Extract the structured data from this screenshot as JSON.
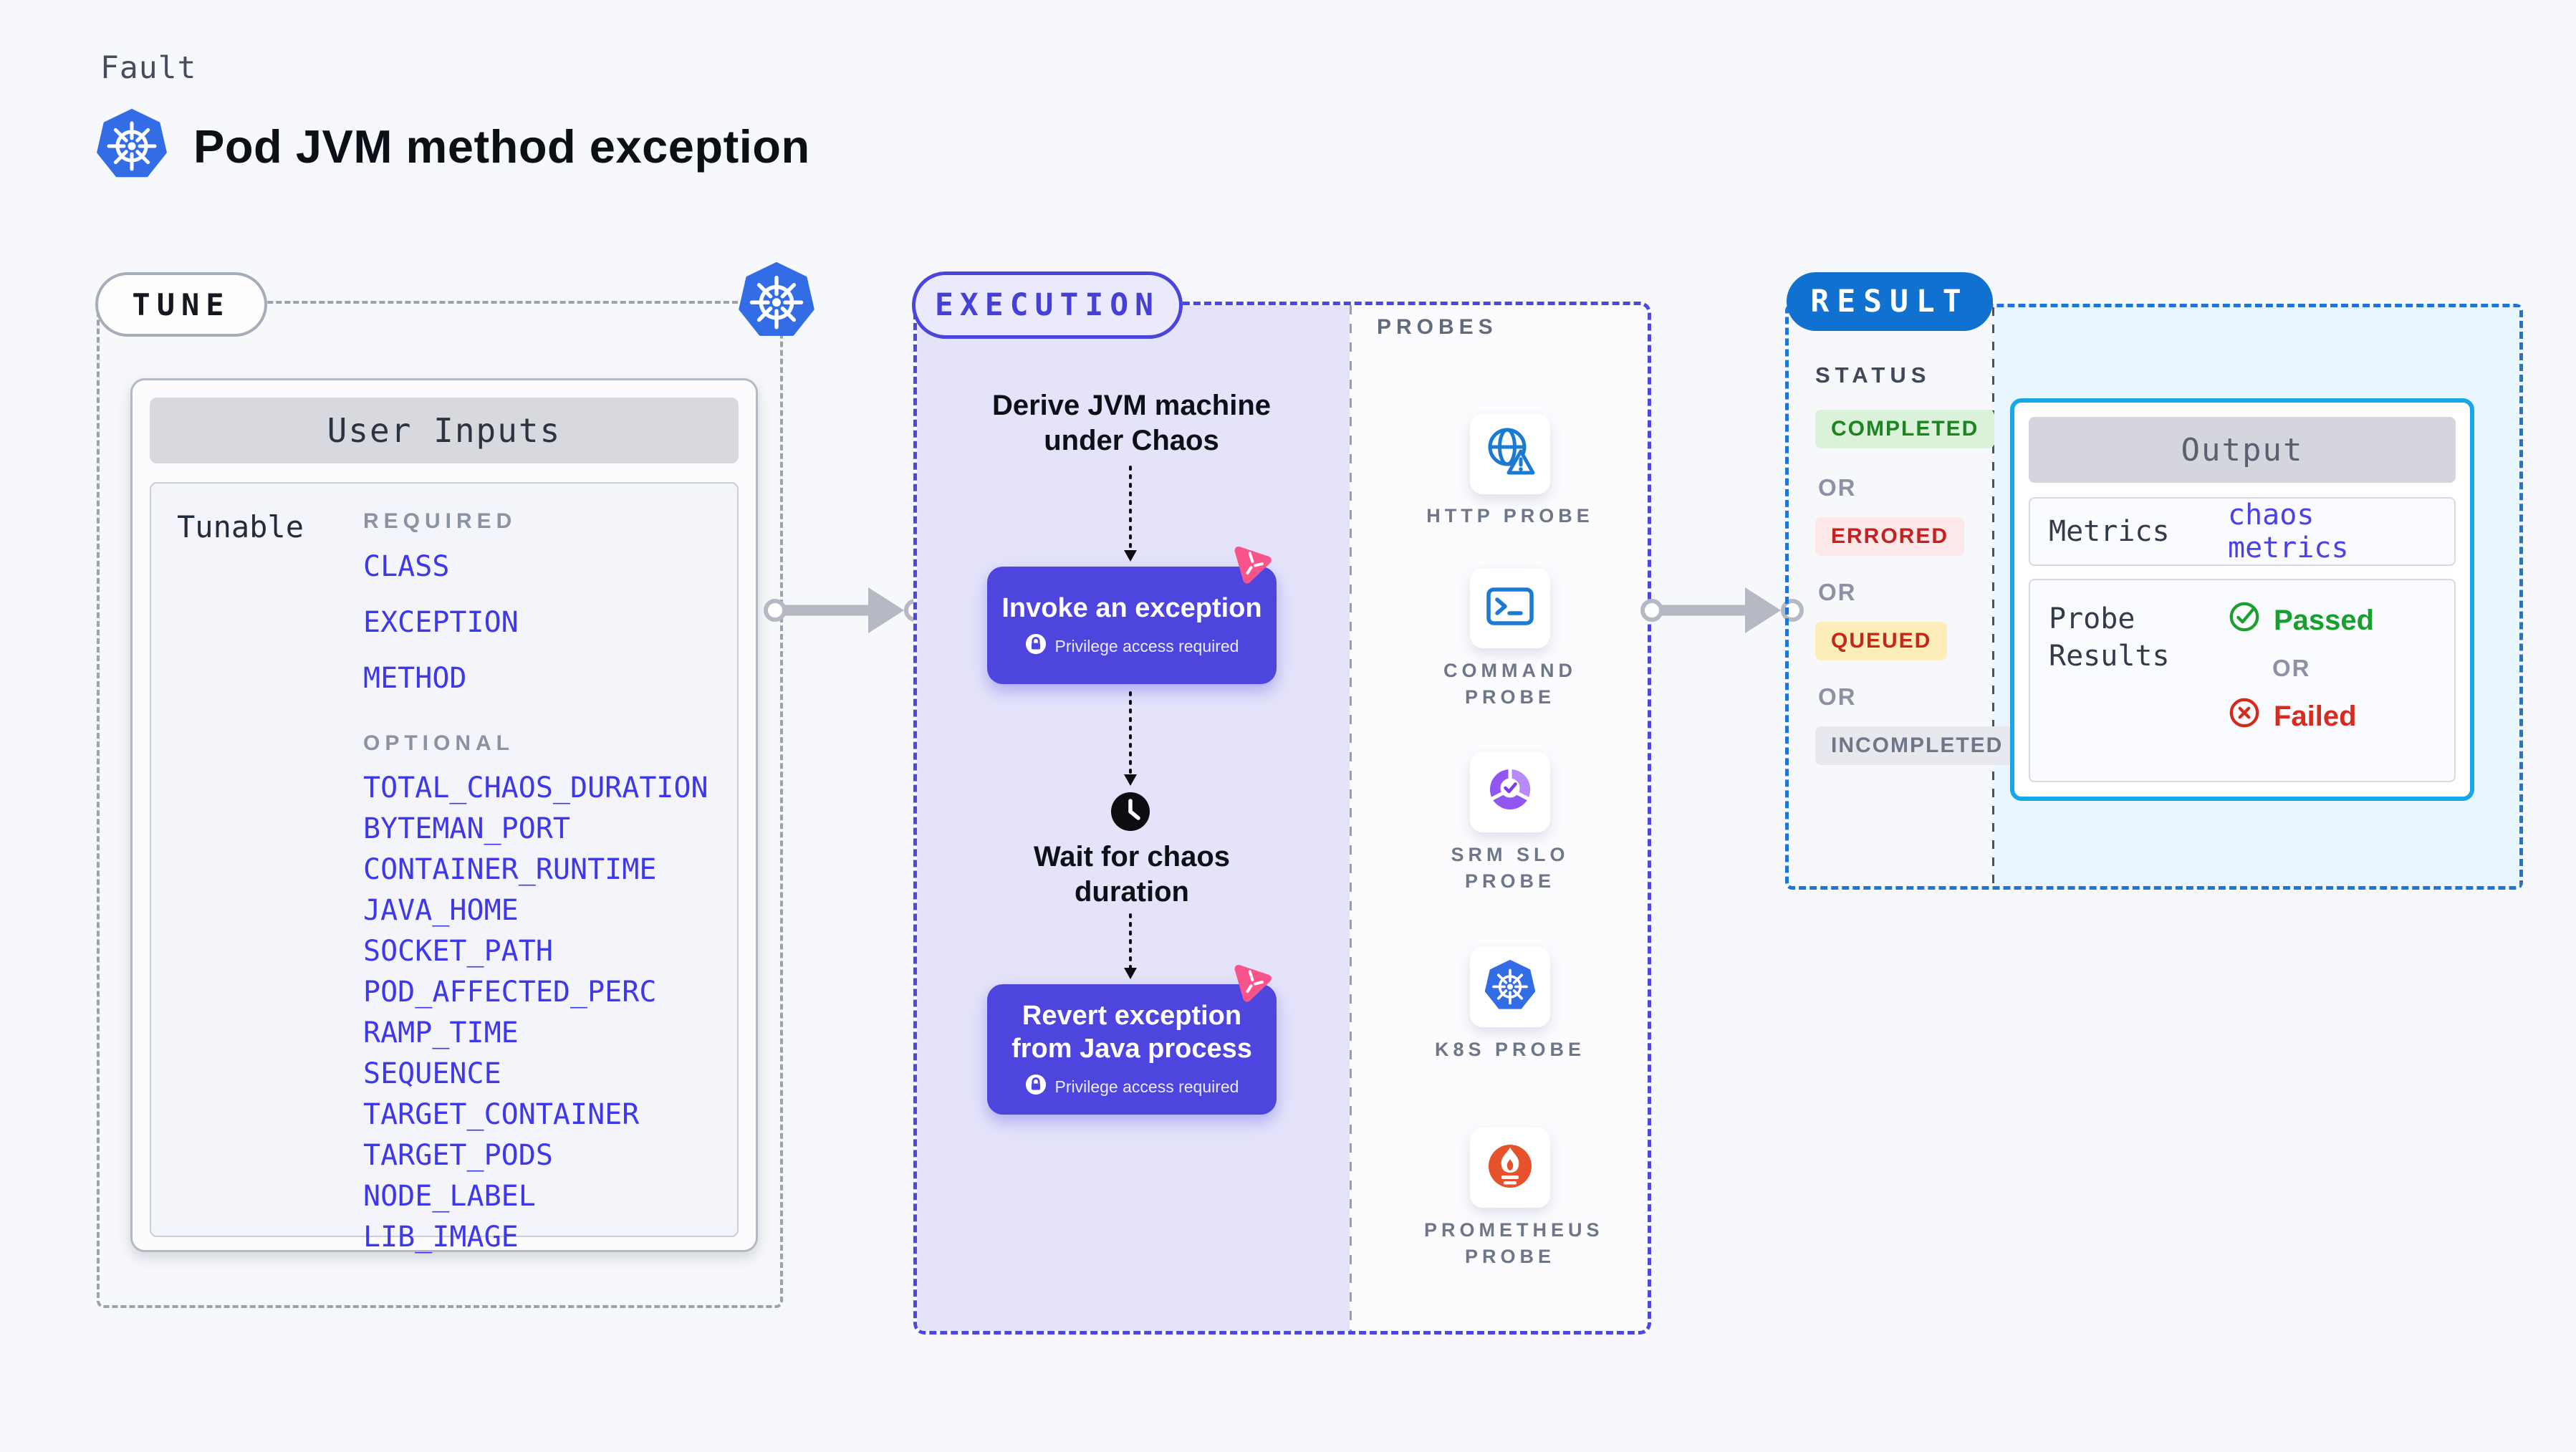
{
  "header": {
    "eyebrow": "Fault",
    "title": "Pod JVM method exception"
  },
  "tune": {
    "label": "TUNE",
    "card_title": "User Inputs",
    "row_label": "Tunable",
    "required_heading": "REQUIRED",
    "required_items": [
      "CLASS",
      "EXCEPTION",
      "METHOD"
    ],
    "optional_heading": "OPTIONAL",
    "optional_items": [
      "TOTAL_CHAOS_DURATION",
      "BYTEMAN_PORT",
      "CONTAINER_RUNTIME",
      "JAVA_HOME",
      "SOCKET_PATH",
      "POD_AFFECTED_PERC",
      "RAMP_TIME",
      "SEQUENCE",
      "TARGET_CONTAINER",
      "TARGET_PODS",
      "NODE_LABEL",
      "LIB_IMAGE"
    ]
  },
  "execution": {
    "label": "EXECUTION",
    "derive_step": "Derive JVM machine under Chaos",
    "invoke_step": {
      "title": "Invoke an exception",
      "badge": "Privilege access required"
    },
    "wait_step": "Wait for chaos duration",
    "revert_step": {
      "title": "Revert exception from Java process",
      "badge": "Privilege access required"
    },
    "probes": {
      "heading": "PROBES",
      "items": [
        "HTTP PROBE",
        "COMMAND PROBE",
        "SRM SLO PROBE",
        "K8S PROBE",
        "PROMETHEUS PROBE"
      ]
    }
  },
  "result": {
    "label": "RESULT",
    "status_heading": "STATUS",
    "or_label": "OR",
    "statuses": [
      "COMPLETED",
      "ERRORED",
      "QUEUED",
      "INCOMPLETED"
    ],
    "output": {
      "title": "Output",
      "metrics_label": "Metrics",
      "metrics_value": "chaos metrics",
      "probe_results_label": "Probe Results",
      "passed_label": "Passed",
      "failed_label": "Failed"
    }
  },
  "icons": {
    "kubernetes-icon": "blue heptagon with white helm wheel",
    "globe-warning-icon": "globe with warning triangle",
    "terminal-icon": "command prompt window",
    "slo-gauge-icon": "purple pie with check",
    "prometheus-icon": "orange circle with white flame",
    "lock-icon": "white circle with lock",
    "clock-icon": "black clock",
    "chaos-spark-icon": "pink rounded triangle pinwheel"
  },
  "colors": {
    "page_bg": "#f7f8fb",
    "k8s_blue": "#326de6",
    "param_blue": "#3e38ea",
    "execution_indigo": "#4c47e0",
    "execution_bg": "#e4e3fa",
    "node_button": "#4e45df",
    "pink_accent": "#f9538b",
    "result_blue": "#1171d0",
    "cyan_border": "#17a7e9",
    "cyan_bg": "#e9f6fd",
    "green": "#1e8422",
    "red": "#c32222",
    "queued_bg": "#fdeeb9",
    "gray_dash": "#9aa1af",
    "arrow_gray": "#b5b9c3"
  }
}
